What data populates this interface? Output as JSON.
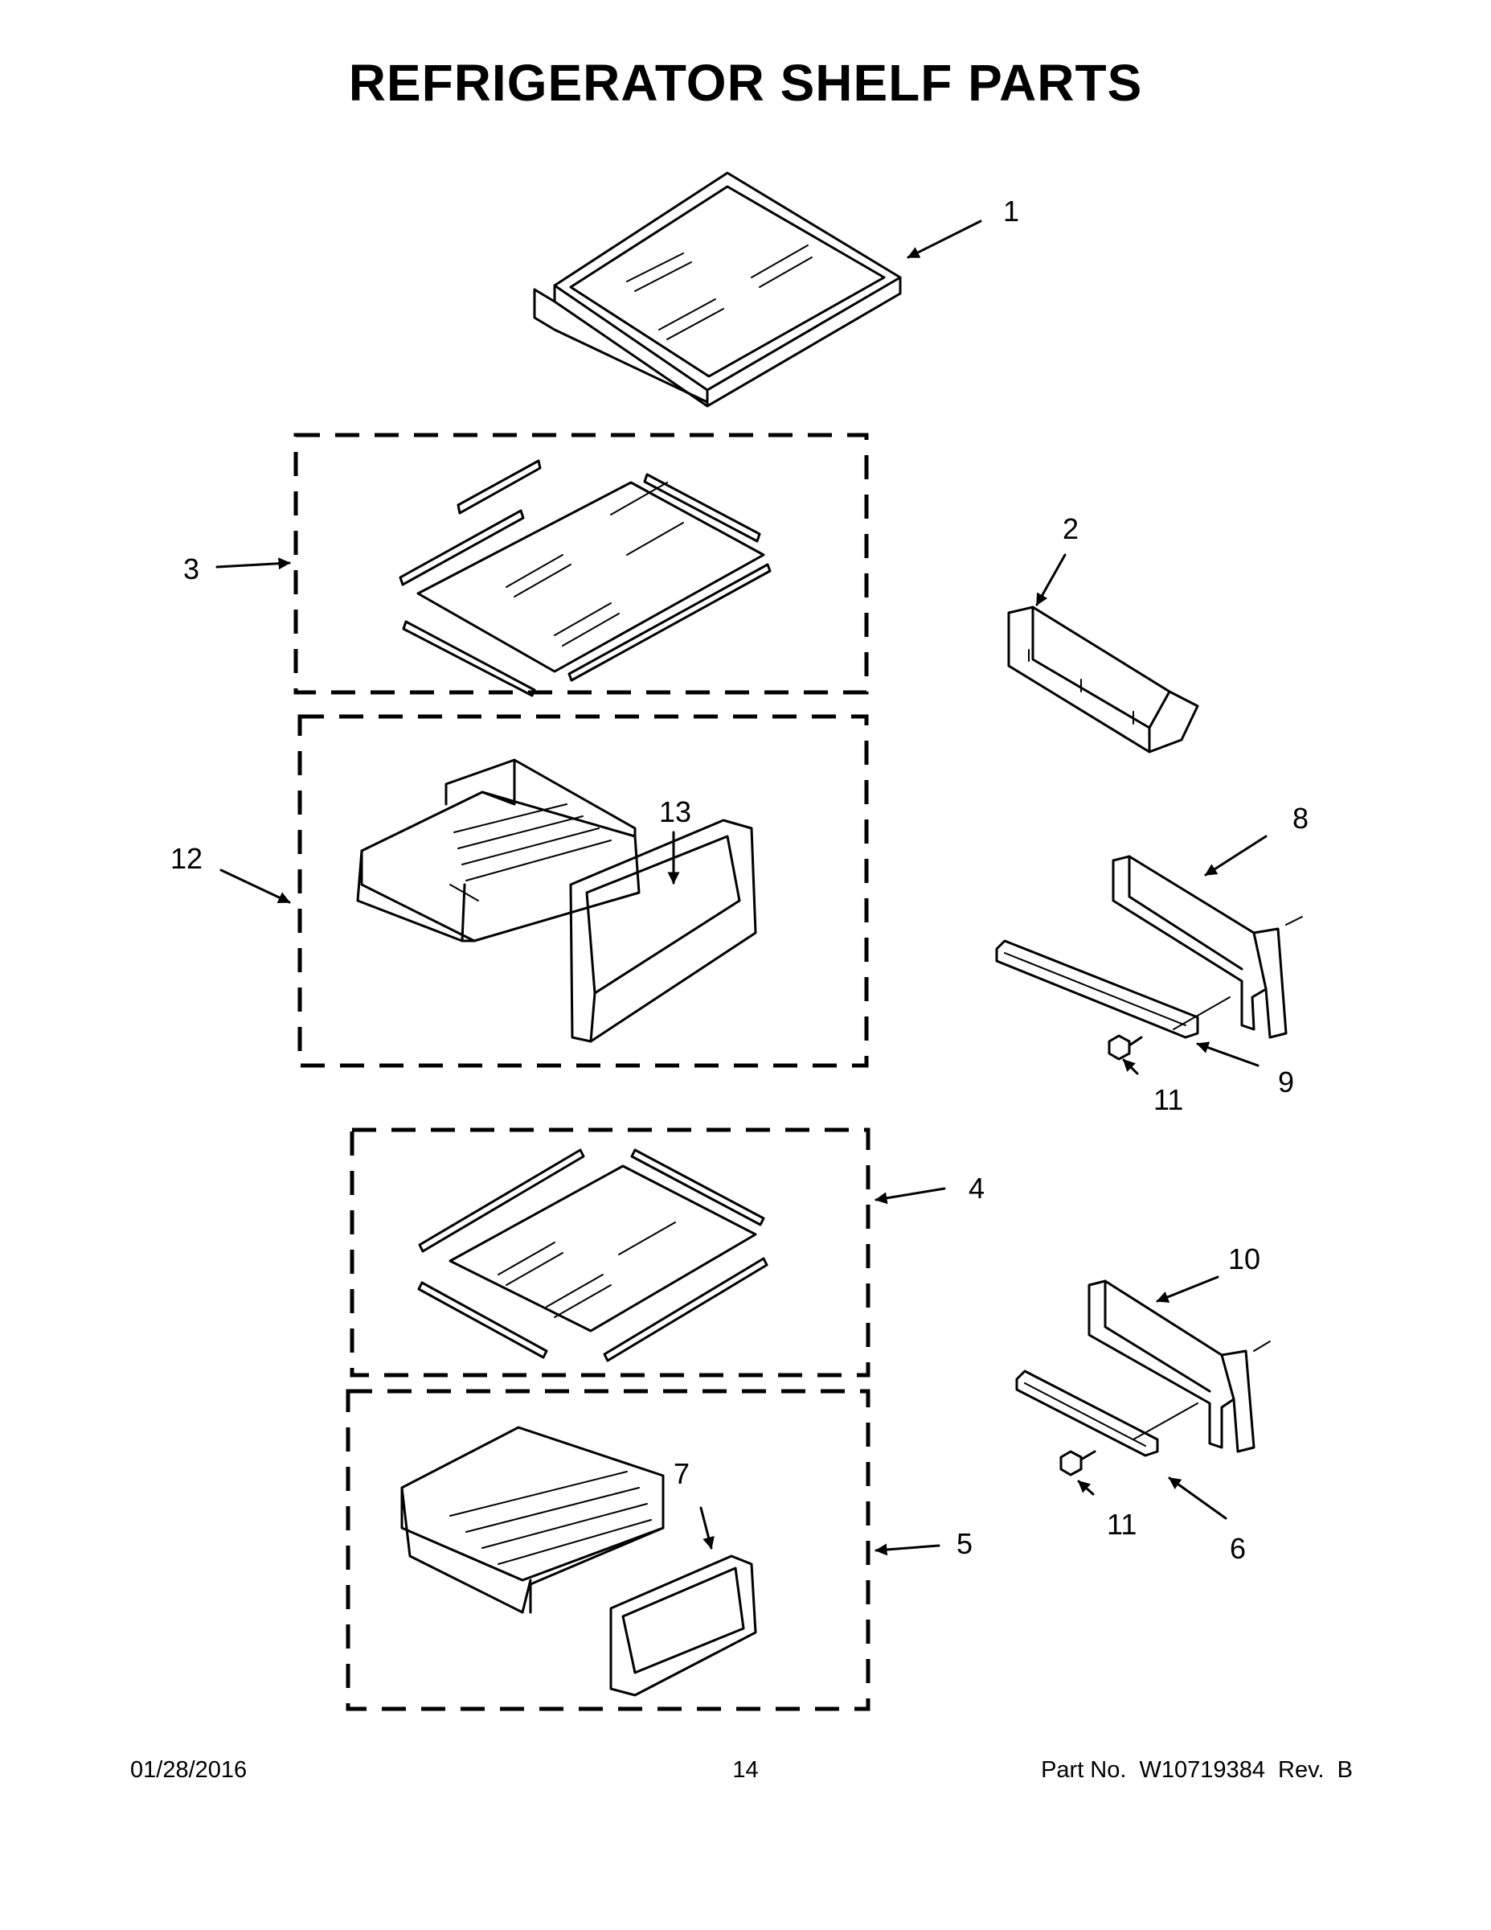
{
  "page": {
    "title": "REFRIGERATOR SHELF PARTS"
  },
  "callouts": {
    "c1": "1",
    "c2": "2",
    "c3": "3",
    "c4": "4",
    "c5": "5",
    "c6": "6",
    "c7": "7",
    "c8": "8",
    "c9": "9",
    "c10": "10",
    "c11a": "11",
    "c11b": "11",
    "c12": "12",
    "c13": "13"
  },
  "footer": {
    "date": "01/28/2016",
    "page_number": "14",
    "part_number": "Part No.  W10719384  Rev.  B"
  }
}
